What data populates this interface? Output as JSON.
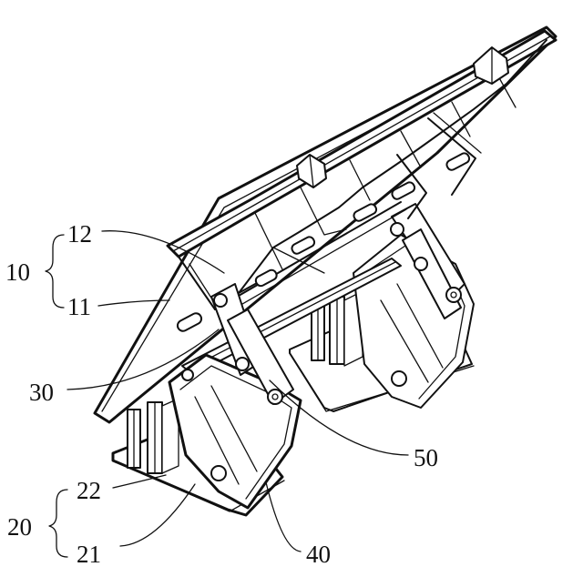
{
  "labels": {
    "l10": "10",
    "l12": "12",
    "l11": "11",
    "l30": "30",
    "l50": "50",
    "l20": "20",
    "l22": "22",
    "l21": "21",
    "l40": "40"
  },
  "colors": {
    "ink": "#111111",
    "background": "#ffffff",
    "shade": "#e9e9e9"
  }
}
